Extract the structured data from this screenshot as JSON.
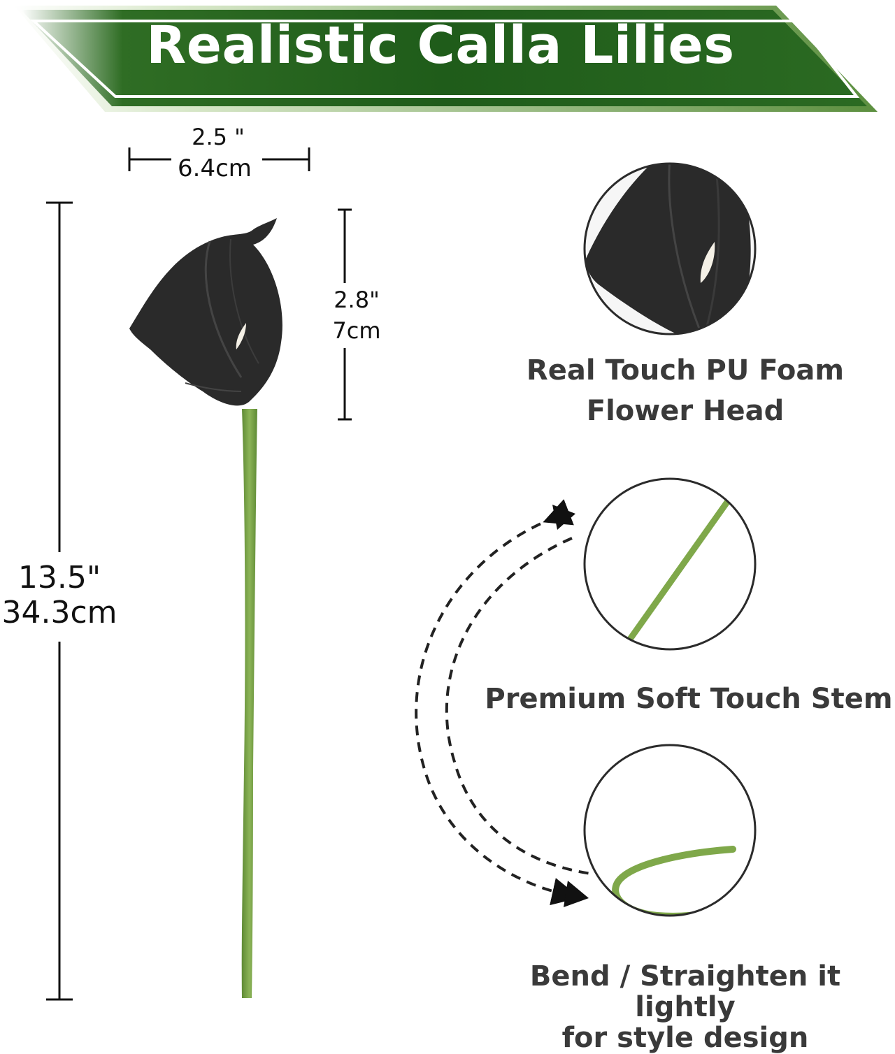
{
  "banner": {
    "title": "Realistic Calla Lilies",
    "colors": {
      "dark": "#1f5c1a",
      "light": "#eaf2e0",
      "text": "#ffffff"
    }
  },
  "dimensions": {
    "width": {
      "inch": "2.5 \"",
      "cm": "6.4cm"
    },
    "head_height": {
      "inch": "2.8\"",
      "cm": "7cm"
    },
    "total_height": {
      "inch": "13.5\"",
      "cm": "34.3cm"
    }
  },
  "features": [
    {
      "label_lines": [
        "Real Touch PU Foam",
        "Flower Head"
      ],
      "icon": "flower-head-closeup"
    },
    {
      "label_lines": [
        "Premium Soft Touch Stem"
      ],
      "icon": "stem-closeup"
    },
    {
      "label_lines": [
        "Bend / Straighten it lightly",
        "for style design"
      ],
      "icon": "bent-stem-closeup"
    }
  ],
  "colors": {
    "flower": "#2a2a2a",
    "stem": "#7fa84a",
    "stem_dark": "#5e8a34",
    "circle_border": "#2b2b2b",
    "spadix": "#f4f0e6"
  }
}
